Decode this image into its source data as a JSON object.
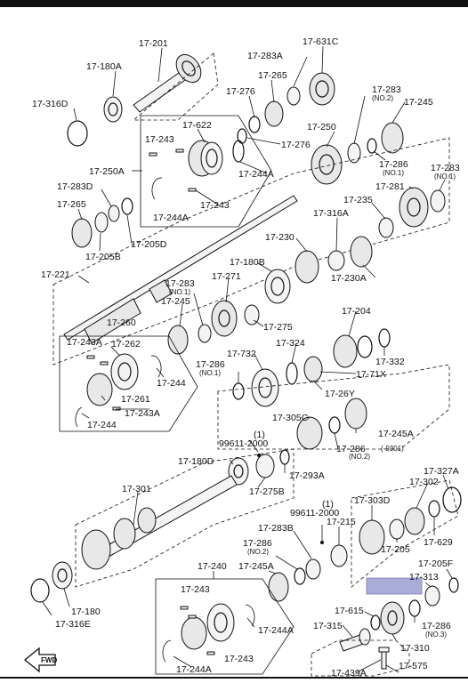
{
  "labels": [
    {
      "id": "l-17-201",
      "text": "17-201"
    },
    {
      "id": "l-17-180A",
      "text": "17-180A"
    },
    {
      "id": "l-17-316D",
      "text": "17-316D"
    },
    {
      "id": "l-17-283A",
      "text": "17-283A"
    },
    {
      "id": "l-17-631C",
      "text": "17-631C"
    },
    {
      "id": "l-17-265a",
      "text": "17-265"
    },
    {
      "id": "l-17-276a",
      "text": "17-276"
    },
    {
      "id": "l-17-276b",
      "text": "17-276"
    },
    {
      "id": "l-17-622",
      "text": "17-622"
    },
    {
      "id": "l-17-243a",
      "text": "17-243"
    },
    {
      "id": "l-17-244A-a",
      "text": "17-244A"
    },
    {
      "id": "l-17-250A",
      "text": "17-250A"
    },
    {
      "id": "l-17-244A-b",
      "text": "17-244A"
    },
    {
      "id": "l-17-243b",
      "text": "17-243"
    },
    {
      "id": "l-17-283D",
      "text": "17-283D"
    },
    {
      "id": "l-17-265b",
      "text": "17-265"
    },
    {
      "id": "l-17-205B",
      "text": "17-205B"
    },
    {
      "id": "l-17-205D",
      "text": "17-205D"
    },
    {
      "id": "l-17-250",
      "text": "17-250"
    },
    {
      "id": "l-17-283-no2",
      "text": "17-283"
    },
    {
      "id": "l-no2-a",
      "text": "(NO.2)"
    },
    {
      "id": "l-17-245a",
      "text": "17-245"
    },
    {
      "id": "l-17-286-no1",
      "text": "17-286"
    },
    {
      "id": "l-no1-a",
      "text": "(NO.1)"
    },
    {
      "id": "l-17-283-no1b",
      "text": "17-283"
    },
    {
      "id": "l-no1-b",
      "text": "(NO.1)"
    },
    {
      "id": "l-17-235",
      "text": "17-235"
    },
    {
      "id": "l-17-281",
      "text": "17-281"
    },
    {
      "id": "l-17-316A",
      "text": "17-316A"
    },
    {
      "id": "l-17-230",
      "text": "17-230"
    },
    {
      "id": "l-17-230A",
      "text": "17-230A"
    },
    {
      "id": "l-17-221",
      "text": "17-221"
    },
    {
      "id": "l-17-180B",
      "text": "17-180B"
    },
    {
      "id": "l-17-283-no1c",
      "text": "17-283"
    },
    {
      "id": "l-no1-c",
      "text": "(NO.1)"
    },
    {
      "id": "l-17-271",
      "text": "17-271"
    },
    {
      "id": "l-17-245b",
      "text": "17-245"
    },
    {
      "id": "l-17-275",
      "text": "17-275"
    },
    {
      "id": "l-17-260",
      "text": "17-260"
    },
    {
      "id": "l-17-243A-a",
      "text": "17-243A"
    },
    {
      "id": "l-17-262",
      "text": "17-262"
    },
    {
      "id": "l-17-244a",
      "text": "17-244"
    },
    {
      "id": "l-17-261",
      "text": "17-261"
    },
    {
      "id": "l-17-243A-b",
      "text": "17-243A"
    },
    {
      "id": "l-17-244b",
      "text": "17-244"
    },
    {
      "id": "l-17-204",
      "text": "17-204"
    },
    {
      "id": "l-17-324",
      "text": "17-324"
    },
    {
      "id": "l-17-732",
      "text": "17-732"
    },
    {
      "id": "l-17-286-no1d",
      "text": "17-286"
    },
    {
      "id": "l-no1-d",
      "text": "(NO.1)"
    },
    {
      "id": "l-17-332",
      "text": "17-332"
    },
    {
      "id": "l-17-71X",
      "text": "17-71X"
    },
    {
      "id": "l-17-26Y",
      "text": "17-26Y"
    },
    {
      "id": "l-17-305C",
      "text": "17-305C"
    },
    {
      "id": "l-17-245A-a",
      "text": "17-245A"
    },
    {
      "id": "l-17-286-no2b",
      "text": "17-286"
    },
    {
      "id": "l-9301",
      "text": "(-9301)"
    },
    {
      "id": "l-no2-b",
      "text": "(NO.2)"
    },
    {
      "id": "l-1a",
      "text": "(1)"
    },
    {
      "id": "l-99611-2000a",
      "text": "99611-2000"
    },
    {
      "id": "l-17-180D",
      "text": "17-180D"
    },
    {
      "id": "l-17-293A",
      "text": "17-293A"
    },
    {
      "id": "l-17-275B",
      "text": "17-275B"
    },
    {
      "id": "l-17-301",
      "text": "17-301"
    },
    {
      "id": "l-17-327A",
      "text": "17-327A"
    },
    {
      "id": "l-17-302",
      "text": "17-302"
    },
    {
      "id": "l-17-303D",
      "text": "17-303D"
    },
    {
      "id": "l-1b",
      "text": "(1)"
    },
    {
      "id": "l-99611-2000b",
      "text": "99611-2000"
    },
    {
      "id": "l-17-215",
      "text": "17-215"
    },
    {
      "id": "l-17-283B",
      "text": "17-283B"
    },
    {
      "id": "l-17-286-no2c",
      "text": "17-286"
    },
    {
      "id": "l-no2-c",
      "text": "(NO.2)"
    },
    {
      "id": "l-17-245A-b",
      "text": "17-245A"
    },
    {
      "id": "l-17-629",
      "text": "17-629"
    },
    {
      "id": "l-17-205",
      "text": "17-205"
    },
    {
      "id": "l-17-205F",
      "text": "17-205F"
    },
    {
      "id": "l-17-313",
      "text": "17-313"
    },
    {
      "id": "l-17-240",
      "text": "17-240"
    },
    {
      "id": "l-17-243c",
      "text": "17-243"
    },
    {
      "id": "l-17-244A-c",
      "text": "17-244A"
    },
    {
      "id": "l-17-615",
      "text": "17-615"
    },
    {
      "id": "l-17-315",
      "text": "17-315"
    },
    {
      "id": "l-17-286-no3",
      "text": "17-286"
    },
    {
      "id": "l-no3",
      "text": "(NO.3)"
    },
    {
      "id": "l-17-310",
      "text": "17-310"
    },
    {
      "id": "l-17-180",
      "text": "17-180"
    },
    {
      "id": "l-17-316E",
      "text": "17-316E"
    },
    {
      "id": "l-17-244A-d",
      "text": "17-244A"
    },
    {
      "id": "l-17-243d",
      "text": "17-243"
    },
    {
      "id": "l-17-439A",
      "text": "17-439A"
    },
    {
      "id": "l-17-575",
      "text": "17-575"
    }
  ],
  "fwd_label": "FWD",
  "colors": {
    "line": "#111111",
    "highlight": "#a9acd6",
    "background": "#ffffff"
  }
}
